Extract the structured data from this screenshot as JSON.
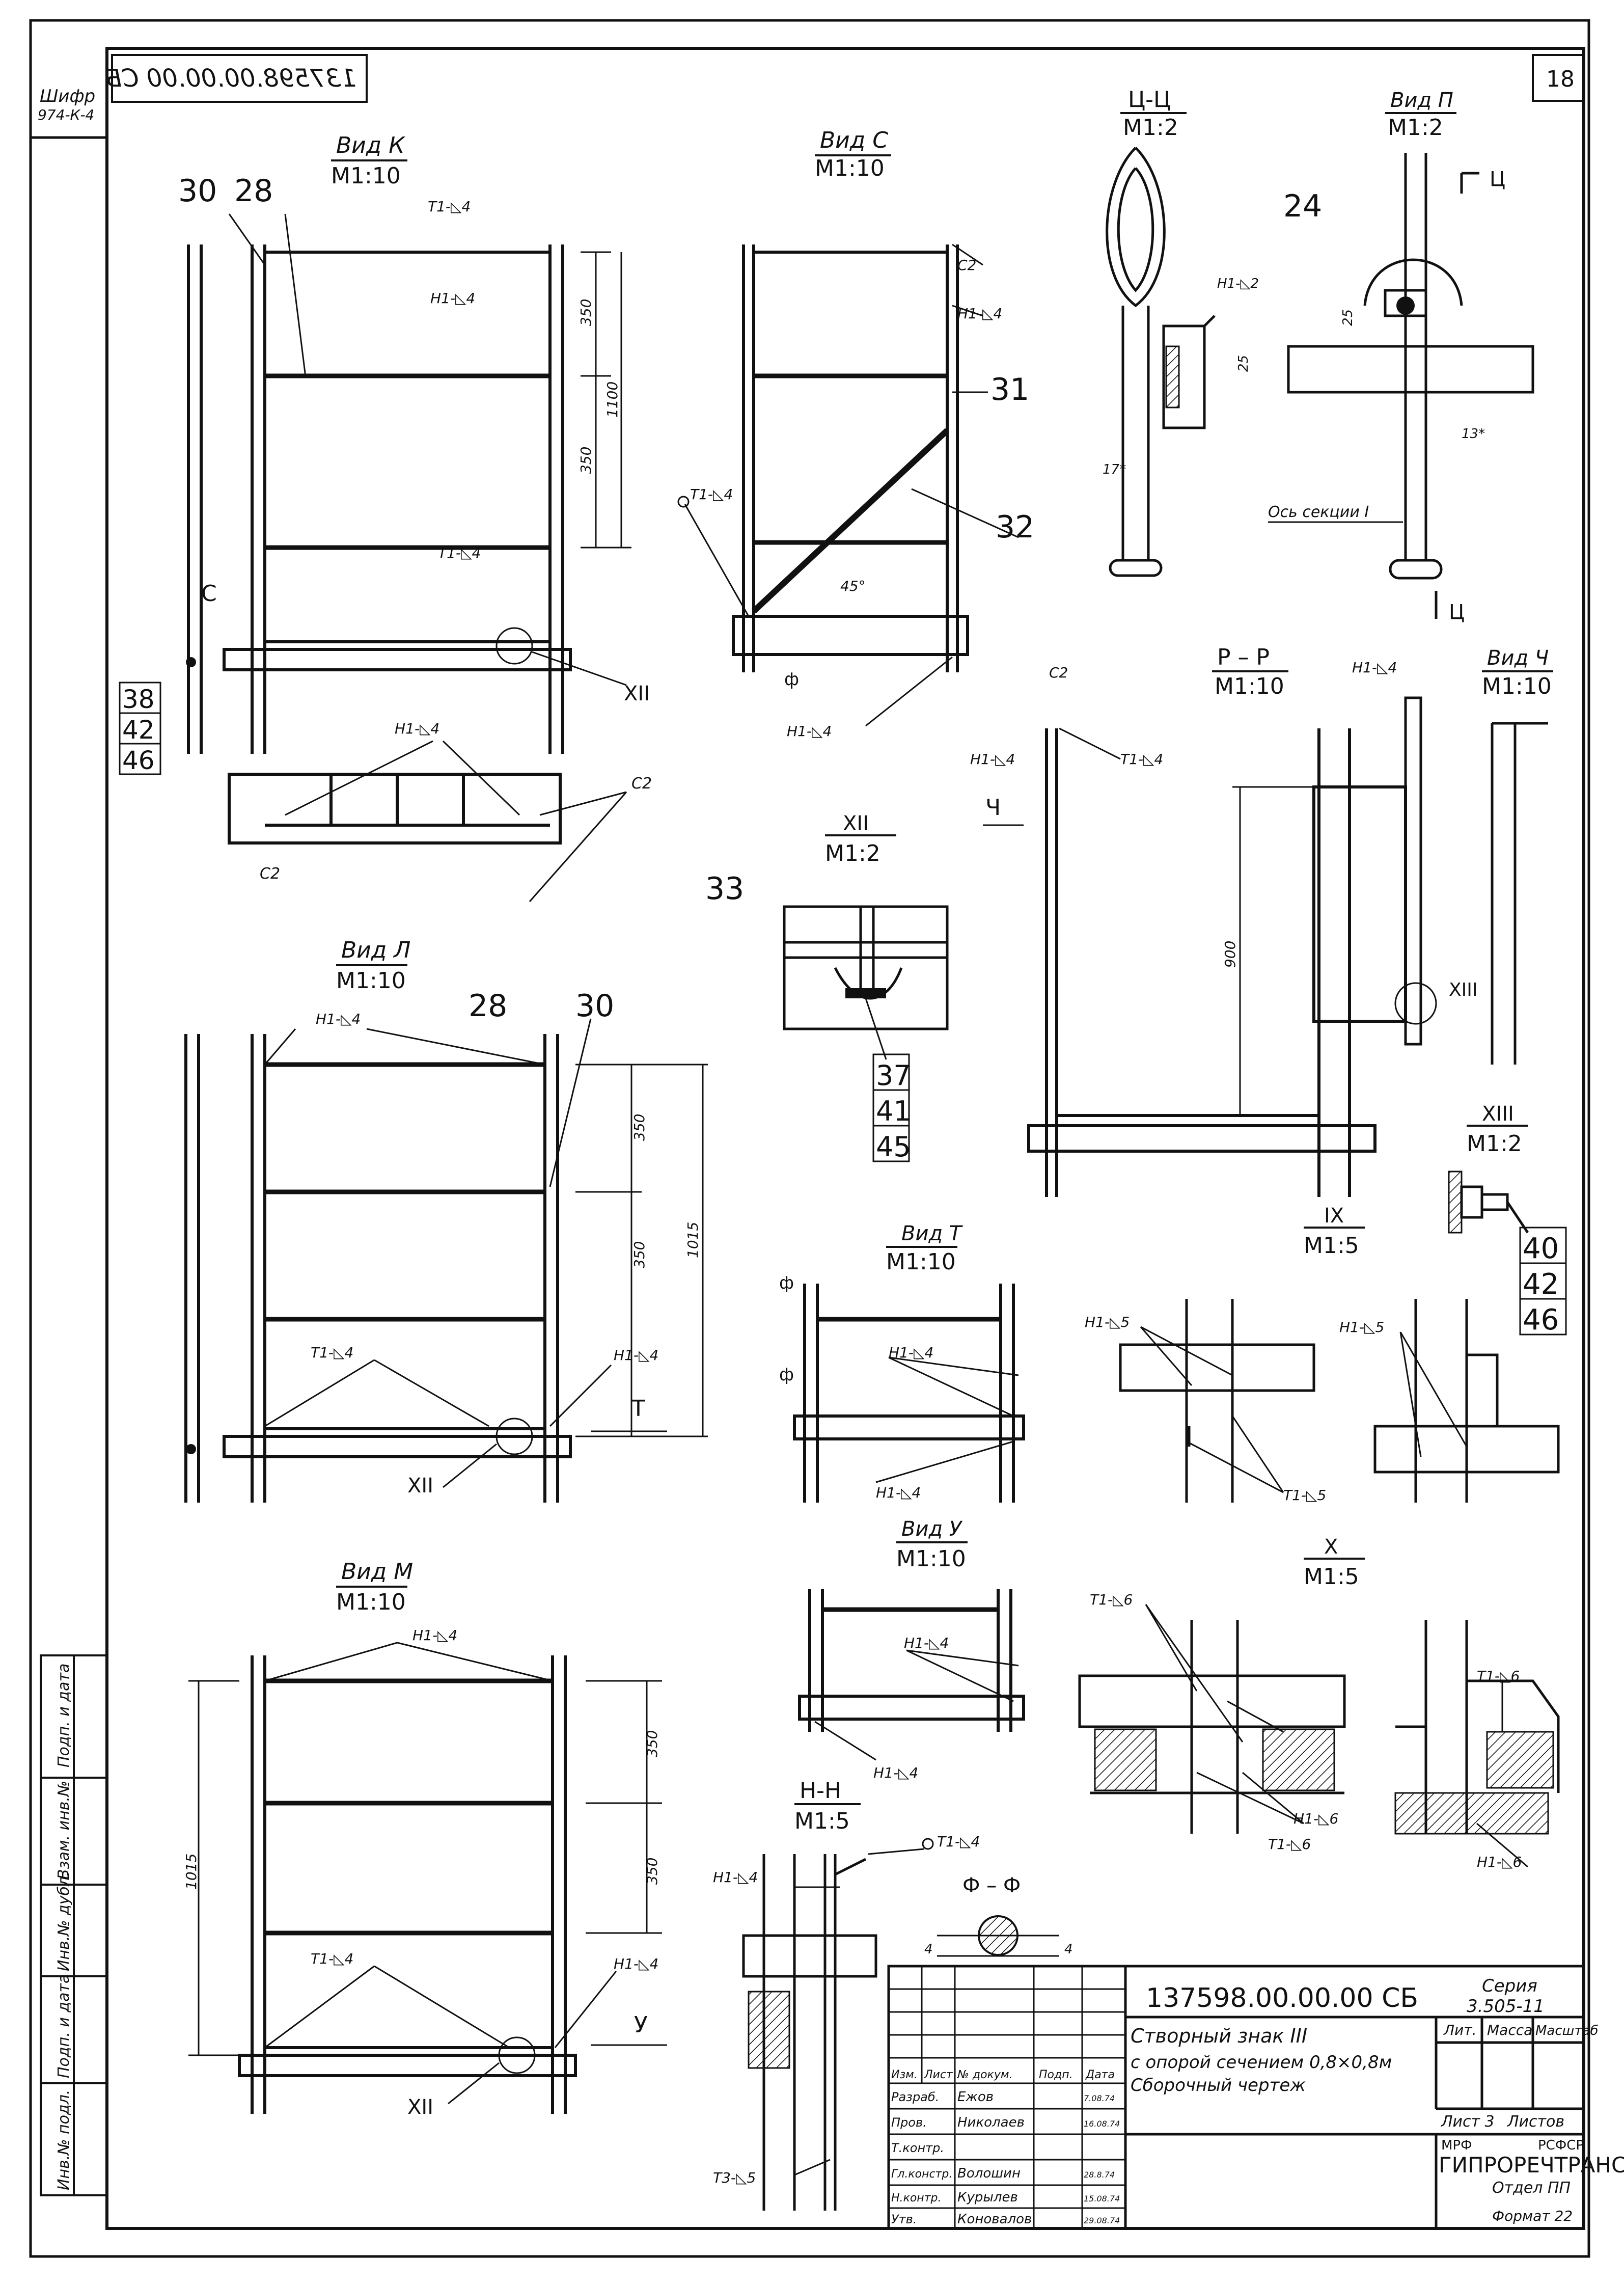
{
  "header": {
    "cipher_label": "Шифр",
    "cipher_value": "974-К-4",
    "mirrored_code": "137598.00.00.00 СБ",
    "sheet_number": "18"
  },
  "views": {
    "k": {
      "title": "Вид К",
      "scale": "М1:10",
      "item_a": "30",
      "item_b": "28",
      "weld_1": "Т1-◺4",
      "weld_2": "Н1-◺4",
      "weld_3": "Т1-◺4",
      "dim_top": "350",
      "dim_mid": "350",
      "dim_total": "1100",
      "callout": "XII",
      "view_mark": "С",
      "stack": [
        "38",
        "42",
        "46"
      ]
    },
    "k_section": {
      "weld": "Н1-◺4",
      "c2_left": "С2",
      "c2_right": "С2"
    },
    "c": {
      "title": "Вид С",
      "scale": "М1:10",
      "weld_c2": "С2",
      "weld_1": "Н1-◺4",
      "weld_2": "Т1-◺4",
      "weld_3": "Н1-◺4",
      "item_31": "31",
      "item_32": "32",
      "angle": "45°",
      "phi": "ф"
    },
    "cc": {
      "title": "Ц-Ц",
      "scale": "М1:2",
      "weld": "Н1-◺2",
      "dim_25": "25",
      "dim_17": "17*"
    },
    "p": {
      "title": "Вид П",
      "scale": "М1:2",
      "item": "24",
      "mark": "Ц",
      "dim_25": "25",
      "dim_13": "13*",
      "axis_label": "Ось секции I"
    },
    "xii": {
      "title": "XII",
      "scale": "М1:2",
      "item_33": "33",
      "stack": [
        "37",
        "41",
        "45"
      ]
    },
    "rr": {
      "title": "Р – Р",
      "scale": "М1:10",
      "weld_c2": "С2",
      "weld_1": "Н1-◺4",
      "weld_2": "Т1-◺4",
      "dim_900": "900",
      "mark": "Ч"
    },
    "ch": {
      "title": "Вид Ч",
      "scale": "М1:10",
      "weld": "Н1-◺4",
      "callout": "XIII"
    },
    "l": {
      "title": "Вид Л",
      "scale": "М1:10",
      "weld_top": "Н1-◺4",
      "item_28": "28",
      "item_30": "30",
      "dim_top": "350",
      "dim_mid": "350",
      "dim_total": "1015",
      "weld_t": "Т1-◺4",
      "weld_n": "Н1-◺4",
      "arrow": "Т",
      "callout": "XII"
    },
    "t": {
      "title": "Вид Т",
      "scale": "М1:10",
      "weld_1": "Н1-◺4",
      "weld_2": "Н1-◺4",
      "phi": "ф"
    },
    "xiii": {
      "title": "XIII",
      "scale": "М1:2",
      "stack": [
        "40",
        "42",
        "46"
      ]
    },
    "ix": {
      "title": "IX",
      "scale": "М1:5",
      "weld_1": "Н1-◺5",
      "weld_2": "Н1-◺5",
      "weld_3": "Т1-◺5"
    },
    "u": {
      "title": "Вид У",
      "scale": "М1:10",
      "weld_1": "Н1-◺4",
      "weld_2": "Н1-◺4"
    },
    "x": {
      "title": "X",
      "scale": "М1:5",
      "weld_1": "Т1-◺6",
      "weld_2": "Т1-◺6",
      "weld_3": "Н1-◺6",
      "weld_4": "Т1-◺6",
      "weld_5": "Н1-◺6"
    },
    "m": {
      "title": "Вид М",
      "scale": "М1:10",
      "weld_top": "Н1-◺4",
      "dim_top": "350",
      "dim_mid": "350",
      "dim_total": "1015",
      "weld_t": "Т1-◺4",
      "weld_n": "Н1-◺4",
      "arrow": "У",
      "callout": "XII"
    },
    "hh": {
      "title": "Н-Н",
      "scale": "М1:5",
      "weld_1": "Т1-◺4",
      "weld_2": "Н1-◺4",
      "weld_3": "Т3-◺5"
    },
    "ff": {
      "title": "Ф – Ф",
      "dim": "4"
    }
  },
  "side_stamp": [
    "Подп. и дата",
    "Взам. инв.№",
    "Инв.№ дубл.",
    "Подп. и дата",
    "Инв.№ подл."
  ],
  "title_block": {
    "doc_code": "137598.00.00.00 СБ",
    "series_label": "Серия",
    "series_value": "3.505-11",
    "name_1": "Створный знак III",
    "name_2": "с опорой сечением 0,8×0,8м",
    "name_3": "Сборочный чертеж",
    "col_lit": "Лит.",
    "col_mass": "Масса",
    "col_scale": "Масштаб",
    "sheet": "Лист 3",
    "sheets": "Листов",
    "ministry": "МРФ",
    "republic": "РСФСР",
    "org": "ГИПРОРЕЧТРАНС",
    "dept": "Отдел ПП",
    "format": "Формат 22",
    "head_cols": [
      "Изм.",
      "Лист",
      "№ докум.",
      "Подп.",
      "Дата"
    ],
    "rows": [
      {
        "role": "Разраб.",
        "name": "Ежов",
        "date": "7.08.74"
      },
      {
        "role": "Пров.",
        "name": "Николаев",
        "date": "16.08.74"
      },
      {
        "role": "Т.контр.",
        "name": "",
        "date": ""
      },
      {
        "role": "Гл.констр.",
        "name": "Волошин",
        "date": "28.8.74"
      },
      {
        "role": "Н.контр.",
        "name": "Курылев",
        "date": "15.08.74"
      },
      {
        "role": "Утв.",
        "name": "Коновалов",
        "date": "29.08.74"
      }
    ]
  }
}
